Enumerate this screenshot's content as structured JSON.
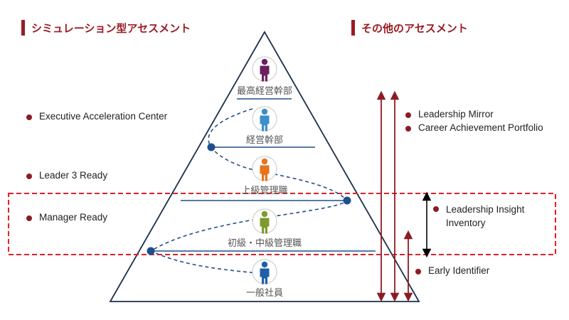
{
  "headings": {
    "simulation": "シミュレーション型アセスメント",
    "other": "その他のアセスメント"
  },
  "left_items": {
    "eac": "Executive Acceleration Center",
    "leader3": "Leader 3 Ready",
    "manager": "Manager Ready"
  },
  "right_items": {
    "mirror": "Leadership Mirror",
    "portfolio": "Career Achievement Portfolio",
    "insight_line1": "Leadership Insight",
    "insight_line2": "Inventory",
    "early": "Early Identifier"
  },
  "levels": {
    "top": "最高経営幹部",
    "exec": "経営幹部",
    "upper": "上級管理職",
    "middle": "初級・中級管理職",
    "general": "一般社員"
  },
  "colors": {
    "accent": "#9b1b24",
    "bullet": "#8c1c24",
    "arrow": "#8c1c24",
    "highlight_box": "#e0212c",
    "line_blue": "#1e4f8c",
    "person_top": "#6a1f5e",
    "person_exec": "#3d8ec9",
    "person_upper": "#e8731a",
    "person_middle": "#7d9a2c",
    "person_general": "#1f5ea8"
  },
  "icons": [
    "person-icon"
  ]
}
